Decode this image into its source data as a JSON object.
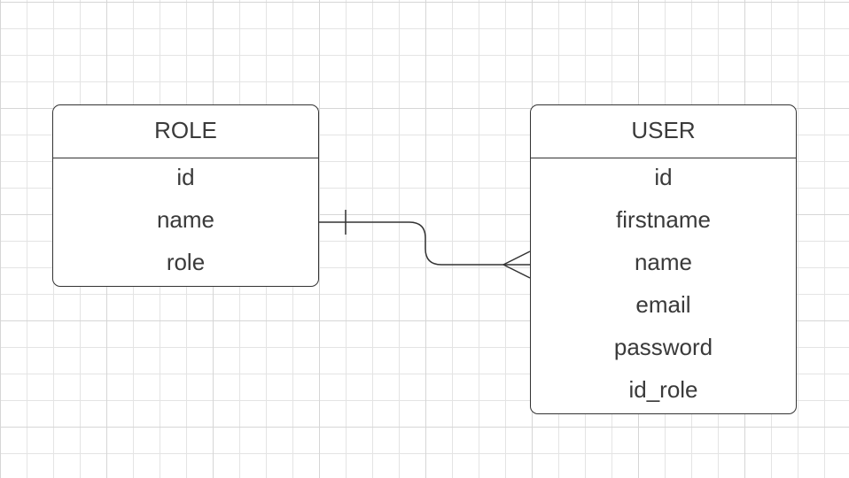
{
  "diagram": {
    "entities": {
      "role": {
        "title": "ROLE",
        "fields": [
          "id",
          "name",
          "role"
        ]
      },
      "user": {
        "title": "USER",
        "fields": [
          "id",
          "firstname",
          "name",
          "email",
          "password",
          "id_role"
        ]
      }
    },
    "relationship": {
      "from": "ROLE.name",
      "to": "USER.name",
      "from_cardinality": "one",
      "to_cardinality": "many"
    },
    "colors": {
      "stroke": "#333333",
      "text": "#3a3a3a",
      "grid": "#e4e4e4",
      "background": "#ffffff"
    }
  }
}
